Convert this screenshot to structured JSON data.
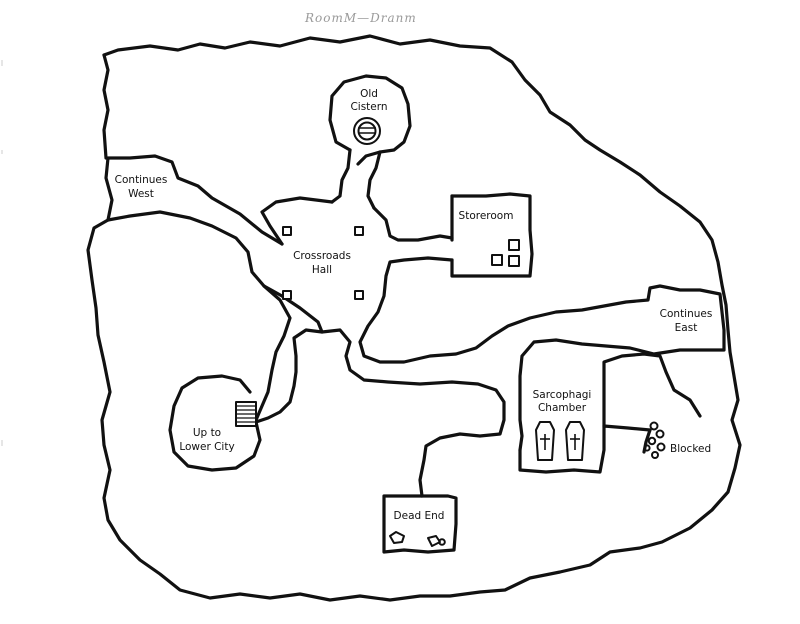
{
  "header": {
    "scribble": "RoomM—Dranm"
  },
  "rooms": {
    "old_cistern": [
      "Old",
      "Cistern"
    ],
    "continues_west": [
      "Continues",
      "West"
    ],
    "storeroom": "Storeroom",
    "crossroads_hall": [
      "Crossroads",
      "Hall"
    ],
    "continues_east": [
      "Continues",
      "East"
    ],
    "sarcophagi_chamber": [
      "Sarcophagi",
      "Chamber"
    ],
    "blocked": "Blocked",
    "up_to_lower_city": [
      "Up to",
      "Lower City"
    ],
    "dead_end": "Dead End"
  },
  "colors": {
    "ink": "#111111",
    "paper": "#ffffff",
    "pencil": "#9a9a9a"
  }
}
